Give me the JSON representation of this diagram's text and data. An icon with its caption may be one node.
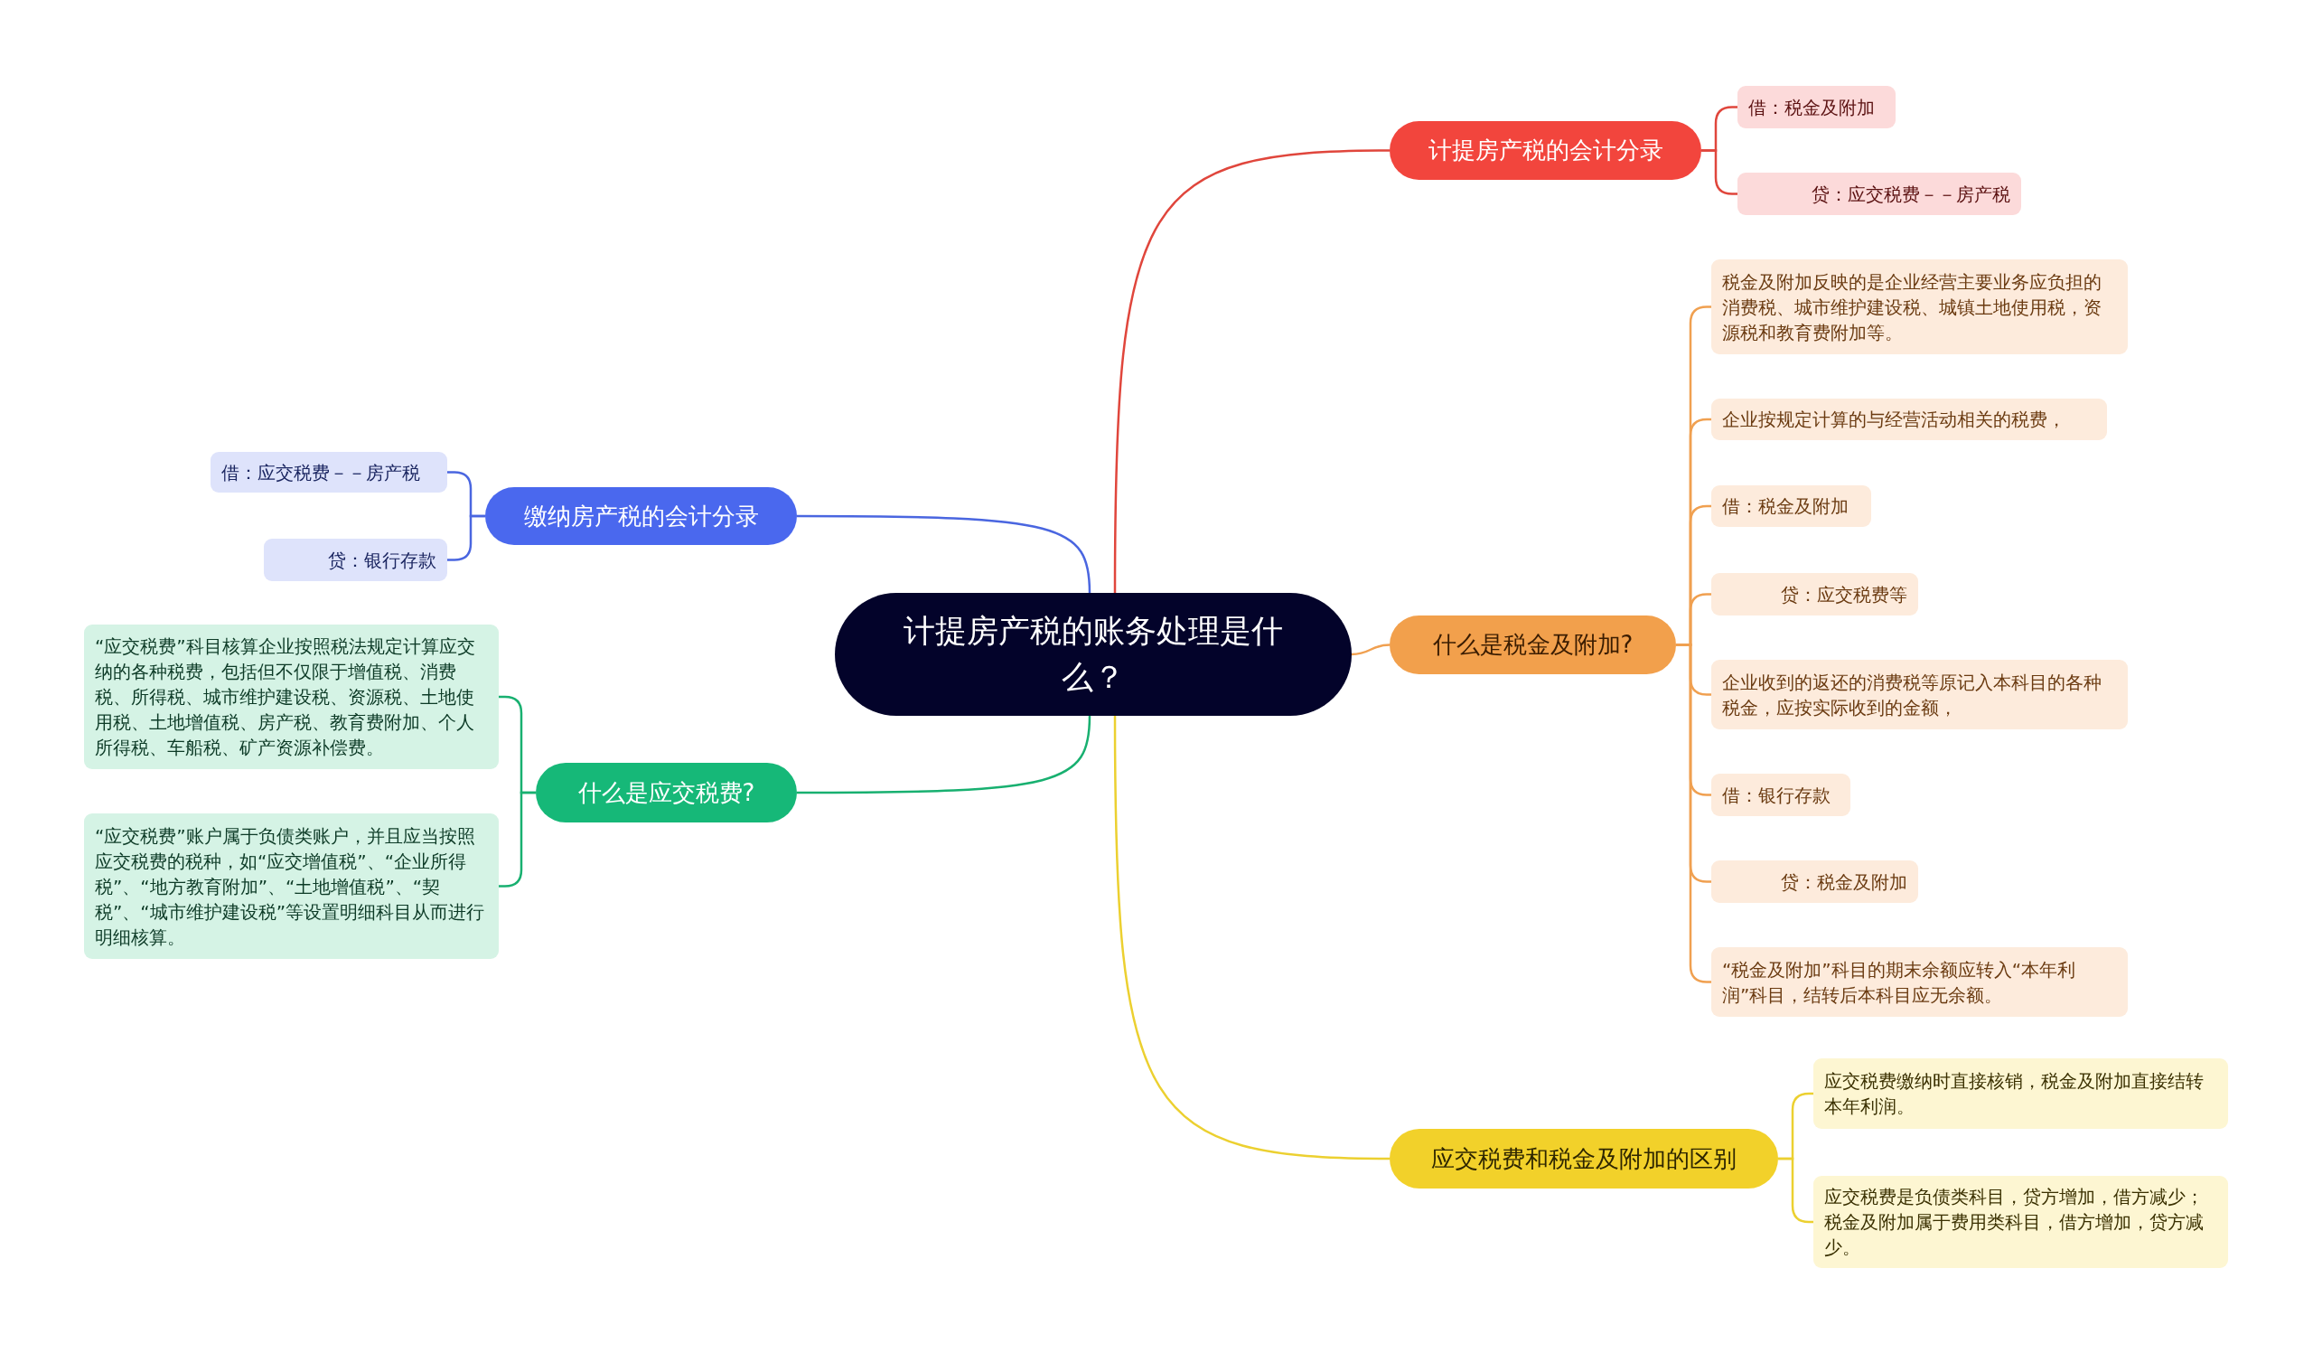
{
  "diagram": {
    "nodes": [
      {
        "text": [
          "计提房产税的账务处理是什么？"
        ]
      },
      {
        "text": [
          "计提房产税的会计分录"
        ]
      },
      {
        "text": [
          "借：税金及附加"
        ]
      },
      {
        "text": [
          "贷：应交税费－－房产税"
        ]
      },
      {
        "text": [
          "什么是税金及附加?"
        ]
      },
      {
        "text": [
          "税金及附加反映的是企业经营主要业务应负担的消费税、城市维护建设税、城镇土地使用税，资源税和教育费附加等。"
        ]
      },
      {
        "text": [
          "企业按规定计算的与经营活动相关的税费，"
        ]
      },
      {
        "text": [
          "借：税金及附加"
        ]
      },
      {
        "text": [
          "贷：应交税费等"
        ]
      },
      {
        "text": [
          "企业收到的返还的消费税等原记入本科目的各种税金，应按实际收到的金额，"
        ]
      },
      {
        "text": [
          "借：银行存款"
        ]
      },
      {
        "text": [
          "贷：税金及附加"
        ]
      },
      {
        "text": [
          "“税金及附加”科目的期末余额应转入“本年利润”科目，结转后本科目应无余额。"
        ]
      },
      {
        "text": [
          "应交税费和税金及附加的区别"
        ]
      },
      {
        "text": [
          "应交税费缴纳时直接核销，税金及附加直接结转本年利润。"
        ]
      },
      {
        "text": [
          "应交税费是负债类科目，贷方增加，借方减少；税金及附加属于费用类科目，借方增加，贷方减少。"
        ]
      },
      {
        "text": [
          "缴纳房产税的会计分录"
        ]
      },
      {
        "text": [
          "借：应交税费－－房产税"
        ]
      },
      {
        "text": [
          "贷：银行存款"
        ]
      },
      {
        "text": [
          "什么是应交税费?"
        ]
      },
      {
        "text": [
          "“应交税费”科目核算企业按照税法规定计算应交纳的各种税费，包括但不仅限于增值税、消费税、所得税、城市维护建设税、资源税、土地使用税、土地增值税、房产税、教育费附加、个人所得税、车船税、矿产资源补偿费。"
        ]
      },
      {
        "text": [
          "“应交税费”账户属于负债类账户，并且应当按照应交税费的税种，如“应交增值税”、“企业所得税”、“地方教育附加”、“土地增值税”、“契税”、“城市维护建设税”等设置明细科目从而进行明细核算。"
        ]
      }
    ],
    "edges": [
      {
        "from": 0,
        "to": 1,
        "arrow": "none",
        "color": "#e0463c"
      },
      {
        "from": 1,
        "to": 2,
        "arrow": "none",
        "color": "#e0463c"
      },
      {
        "from": 1,
        "to": 3,
        "arrow": "none",
        "color": "#e0463c"
      },
      {
        "from": 0,
        "to": 4,
        "arrow": "none",
        "color": "#f0a050"
      },
      {
        "from": 4,
        "to": 5,
        "arrow": "none",
        "color": "#f0a050"
      },
      {
        "from": 4,
        "to": 6,
        "arrow": "none",
        "color": "#f0a050"
      },
      {
        "from": 4,
        "to": 7,
        "arrow": "none",
        "color": "#f0a050"
      },
      {
        "from": 4,
        "to": 8,
        "arrow": "none",
        "color": "#f0a050"
      },
      {
        "from": 4,
        "to": 9,
        "arrow": "none",
        "color": "#f0a050"
      },
      {
        "from": 4,
        "to": 10,
        "arrow": "none",
        "color": "#f0a050"
      },
      {
        "from": 4,
        "to": 11,
        "arrow": "none",
        "color": "#f0a050"
      },
      {
        "from": 4,
        "to": 12,
        "arrow": "none",
        "color": "#f0a050"
      },
      {
        "from": 0,
        "to": 13,
        "arrow": "none",
        "color": "#ecd030"
      },
      {
        "from": 13,
        "to": 14,
        "arrow": "none",
        "color": "#ecd030"
      },
      {
        "from": 13,
        "to": 15,
        "arrow": "none",
        "color": "#ecd030"
      },
      {
        "from": 0,
        "to": 16,
        "arrow": "none",
        "color": "#4a66e0"
      },
      {
        "from": 16,
        "to": 17,
        "arrow": "none",
        "color": "#4a66e0"
      },
      {
        "from": 16,
        "to": 18,
        "arrow": "none",
        "color": "#4a66e0"
      },
      {
        "from": 0,
        "to": 19,
        "arrow": "none",
        "color": "#18b070"
      },
      {
        "from": 19,
        "to": 20,
        "arrow": "none",
        "color": "#18b070"
      },
      {
        "from": 19,
        "to": 21,
        "arrow": "none",
        "color": "#18b070"
      }
    ]
  }
}
